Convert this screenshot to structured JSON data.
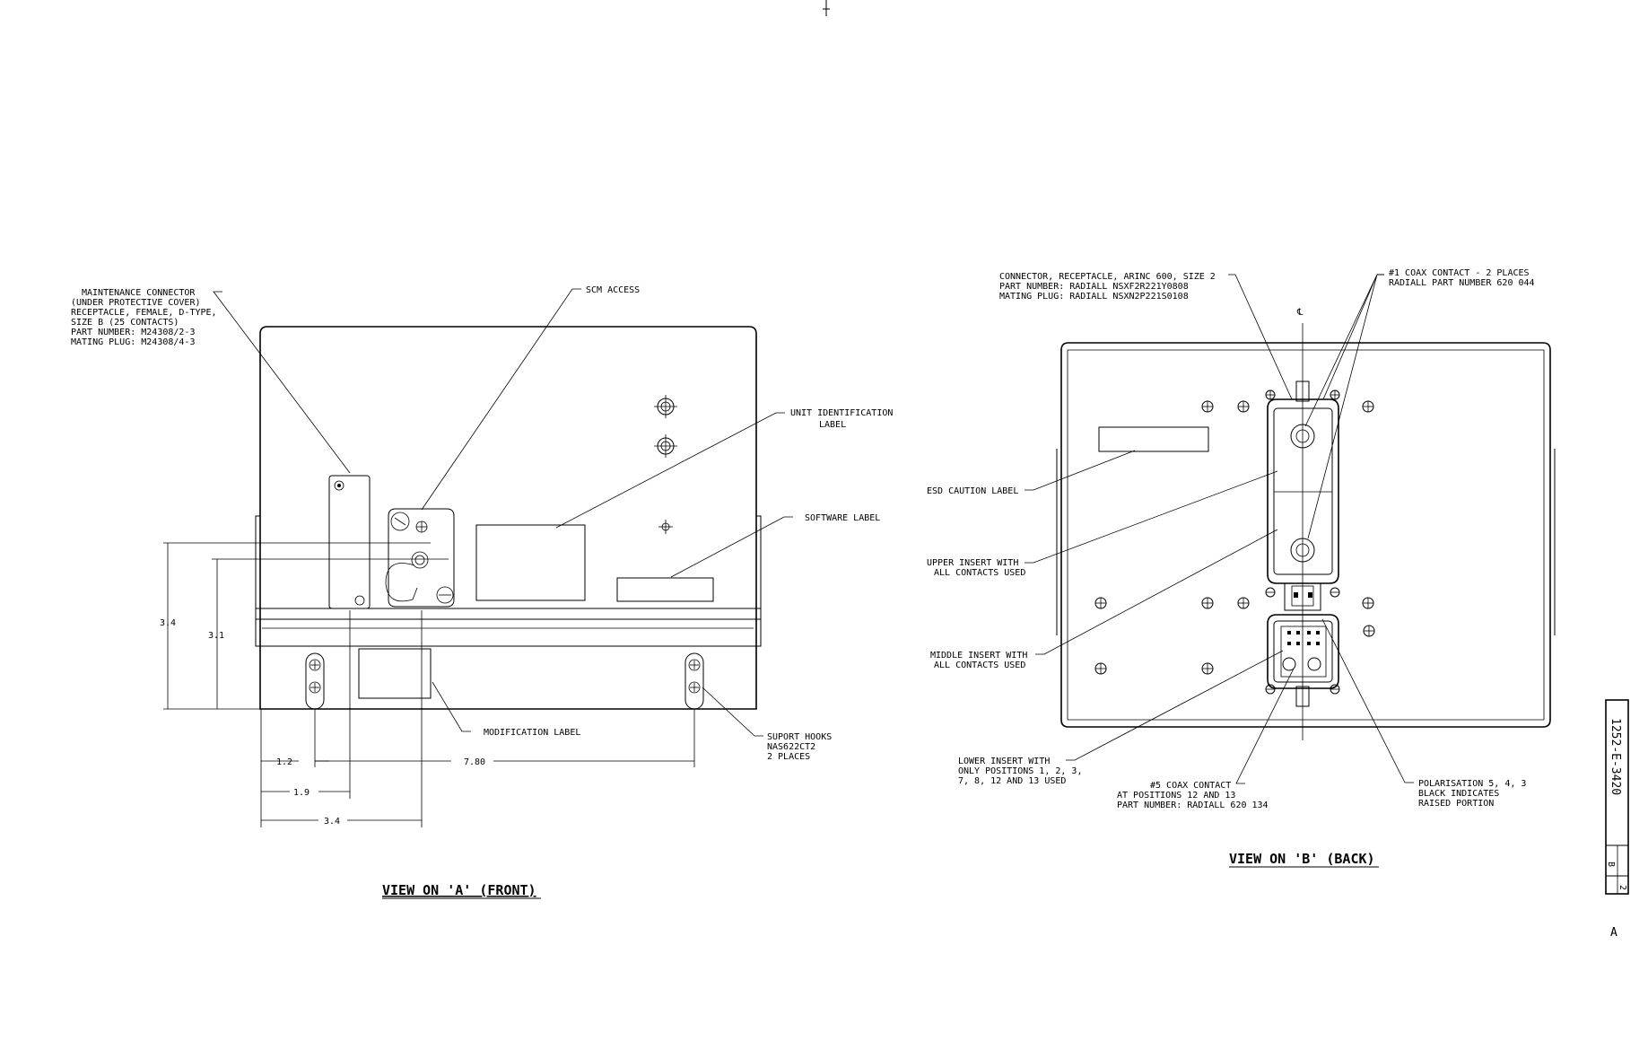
{
  "front_view": {
    "title": "VIEW ON 'A' (FRONT)",
    "maintenance_connector": [
      "MAINTENANCE CONNECTOR",
      "(UNDER PROTECTIVE COVER)",
      "RECEPTACLE, FEMALE, D-TYPE,",
      "SIZE B (25 CONTACTS)",
      "PART NUMBER: M24308/2-3",
      "MATING PLUG: M24308/4-3"
    ],
    "scm_access": "SCM ACCESS",
    "unit_identification_label": [
      "UNIT IDENTIFICATION",
      "LABEL"
    ],
    "software_label": "SOFTWARE LABEL",
    "modification_label": "MODIFICATION LABEL",
    "support_hooks": [
      "SUPORT HOOKS",
      "NAS622CT2",
      "2 PLACES"
    ],
    "dimensions": {
      "height_outer": "3.4",
      "height_inner": "3.1",
      "width_1": "1.2",
      "width_2": "7.80",
      "width_3": "1.9",
      "width_4": "3.4"
    }
  },
  "back_view": {
    "title": "VIEW ON 'B' (BACK)",
    "connector": [
      "CONNECTOR, RECEPTACLE, ARINC 600, SIZE 2",
      "PART NUMBER: RADIALL NSXF2R221Y0808",
      "MATING PLUG: RADIALL NSXN2P221S0108"
    ],
    "coax_contact_1": [
      "#1 COAX CONTACT - 2 PLACES",
      "RADIALL PART NUMBER 620 044"
    ],
    "centerline": "℄",
    "esd_caution_label": "ESD CAUTION LABEL",
    "upper_insert": [
      "UPPER INSERT WITH",
      "ALL CONTACTS USED"
    ],
    "middle_insert": [
      "MIDDLE INSERT WITH",
      "ALL CONTACTS USED"
    ],
    "lower_insert": [
      "LOWER INSERT WITH",
      "ONLY POSITIONS 1, 2, 3,",
      "7, 8, 12 AND 13 USED"
    ],
    "coax_contact_5": [
      "#5 COAX CONTACT",
      "AT POSITIONS 12 AND 13",
      "PART NUMBER: RADIALL 620 134"
    ],
    "polarisation": [
      "POLARISATION 5, 4, 3",
      "BLACK INDICATES",
      "RAISED PORTION"
    ]
  },
  "title_block": {
    "drawing_number": "1252-E-3420",
    "revision": "B",
    "sheet": "2",
    "zone": "A"
  }
}
